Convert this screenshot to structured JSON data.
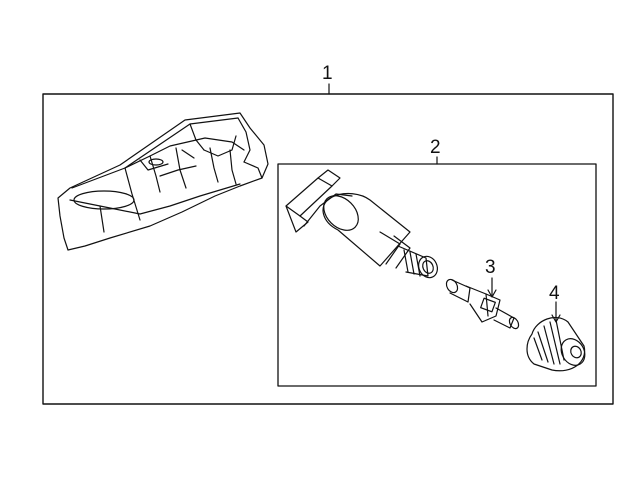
{
  "diagram": {
    "callouts": [
      {
        "id": "1",
        "label": "1"
      },
      {
        "id": "2",
        "label": "2"
      },
      {
        "id": "3",
        "label": "3"
      },
      {
        "id": "4",
        "label": "4"
      }
    ],
    "line_color": "#111111",
    "background": "#ffffff"
  }
}
